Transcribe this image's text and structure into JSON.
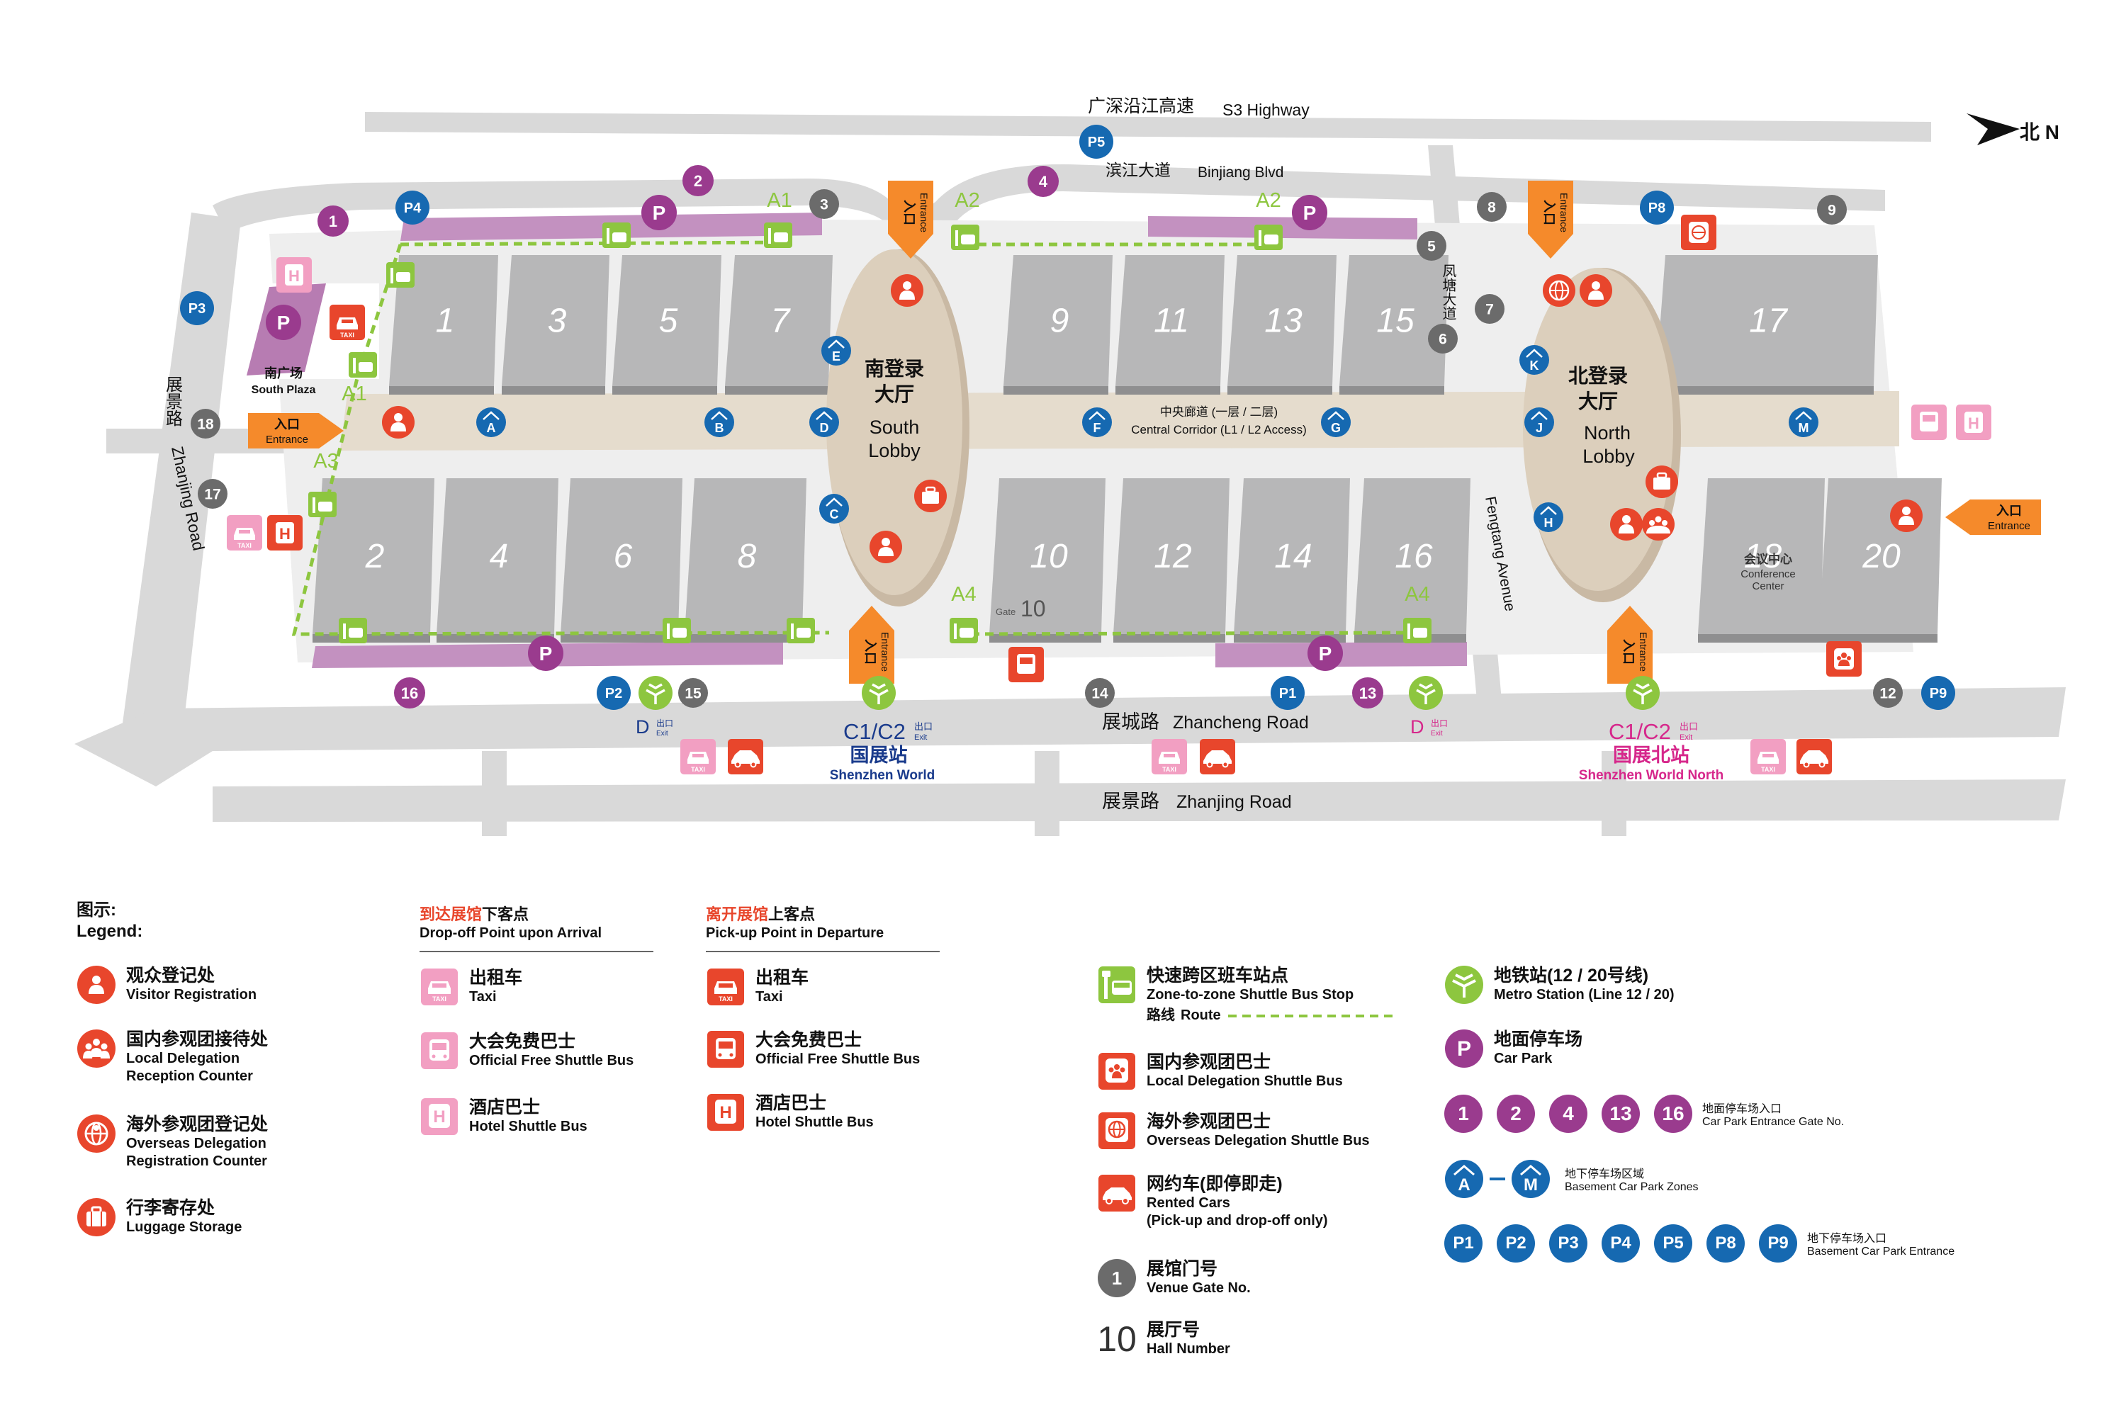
{
  "colors": {
    "road": "#d9d9d9",
    "road_edge": "#c4c4c4",
    "ground": "#efefef",
    "hall": "#b7b7b8",
    "hall_top": "#c9c9ca",
    "corridor": "#e5dccd",
    "lobby": "#dccfbc",
    "parking_strip": "#c391c0",
    "purple": "#9a3b8e",
    "blue": "#1669b1",
    "gray_gate": "#6b6b6b",
    "orange": "#f58a2b",
    "red": "#e8462c",
    "pink": "#f29fc2",
    "green": "#8dc63f",
    "route": "#8dc63f",
    "magenta": "#d6278b",
    "navy": "#1a3b8c"
  },
  "map": {
    "north": "北 N",
    "roads": {
      "highway_cn": "广深沿江高速",
      "highway_en": "S3 Highway",
      "binjiang_cn": "滨江大道",
      "binjiang_en": "Binjiang Blvd",
      "fengtang_cn": "凤塘大道",
      "fengtang_en": "Fengtang Avenue",
      "zhancheng_cn": "展城路",
      "zhancheng_en": "Zhancheng Road",
      "zhanjing_cn": "展景路",
      "zhanjing_en": "Zhanjing Road",
      "zhanjing_left_cn": "展景路",
      "zhanjing_left_en": "Zhanjing Road"
    },
    "halls": [
      "1",
      "3",
      "5",
      "7",
      "9",
      "11",
      "13",
      "15",
      "17",
      "2",
      "4",
      "6",
      "8",
      "10",
      "12",
      "14",
      "16",
      "18",
      "20"
    ],
    "conference_cn": "会议中心",
    "conference_en": "Conference Center",
    "south_lobby_cn": "南登录大厅",
    "south_lobby_cn1": "南登录",
    "south_lobby_cn2": "大厅",
    "south_lobby_en1": "South",
    "south_lobby_en2": "Lobby",
    "north_lobby_cn1": "北登录",
    "north_lobby_cn2": "大厅",
    "north_lobby_en1": "North",
    "north_lobby_en2": "Lobby",
    "corridor_cn": "中央廊道 (一层 / 二层)",
    "corridor_en": "Central Corridor (L1 / L2 Access)",
    "south_plaza_cn": "南广场",
    "south_plaza_en": "South Plaza",
    "entrance_cn": "入口",
    "entrance_en": "Entrance",
    "gate_label": "Gate",
    "gate_number": "10",
    "zone_labels": [
      "A1",
      "A2",
      "A3",
      "A4",
      "A1",
      "A2",
      "A4"
    ],
    "basement_zones": [
      "A",
      "B",
      "C",
      "D",
      "E",
      "F",
      "G",
      "H",
      "J",
      "K",
      "M"
    ],
    "ground_gates": [
      "1",
      "2",
      "4",
      "13",
      "16"
    ],
    "basement_entrances": [
      "P1",
      "P2",
      "P3",
      "P4",
      "P5",
      "P8",
      "P9"
    ],
    "venue_gates": [
      "3",
      "5",
      "6",
      "7",
      "8",
      "9",
      "12",
      "14",
      "15",
      "17",
      "18"
    ],
    "parking_letter": "P",
    "exit_d": "D",
    "exit_cn": "出口",
    "exit_en": "Exit",
    "station_c": "C1/C2",
    "station_south_cn": "国展站",
    "station_south_en": "Shenzhen World",
    "station_north_cn": "国展北站",
    "station_north_en": "Shenzhen World North",
    "taxi": "TAXI",
    "hotel": "H"
  },
  "legend": {
    "title_cn": "图示:",
    "title_en": "Legend:",
    "visitor_cn": "观众登记处",
    "visitor_en": "Visitor Registration",
    "local_rec_cn": "国内参观团接待处",
    "local_rec_en1": "Local Delegation",
    "local_rec_en2": "Reception Counter",
    "overseas_reg_cn": "海外参观团登记处",
    "overseas_reg_en1": "Overseas Delegation",
    "overseas_reg_en2": "Registration Counter",
    "luggage_cn": "行李寄存处",
    "luggage_en": "Luggage Storage",
    "dropoff_hl": "到达展馆",
    "dropoff_cn": "下客点",
    "dropoff_en": "Drop-off Point upon Arrival",
    "pickup_hl": "离开展馆",
    "pickup_cn": "上客点",
    "pickup_en": "Pick-up Point in Departure",
    "taxi_cn": "出租车",
    "taxi_en": "Taxi",
    "shuttle_cn": "大会免费巴士",
    "shuttle_en": "Official Free Shuttle Bus",
    "hotel_cn": "酒店巴士",
    "hotel_en": "Hotel Shuttle Bus",
    "zone_bus_cn": "快速跨区班车站点",
    "zone_bus_en": "Zone-to-zone Shuttle Bus Stop",
    "route_cn": "路线",
    "route_en": "Route",
    "local_bus_cn": "国内参观团巴士",
    "local_bus_en": "Local Delegation Shuttle Bus",
    "overseas_bus_cn": "海外参观团巴士",
    "overseas_bus_en": "Overseas Delegation Shuttle Bus",
    "rented_cn": "网约车(即停即走)",
    "rented_en1": "Rented Cars",
    "rented_en2": "(Pick-up and drop-off only)",
    "venue_gate_cn": "展馆门号",
    "venue_gate_en": "Venue Gate No.",
    "venue_gate_sample": "1",
    "hall_no_cn": "展厅号",
    "hall_no_en": "Hall Number",
    "hall_no_sample": "10",
    "metro_cn": "地铁站(12 / 20号线)",
    "metro_en": "Metro Station (Line 12 / 20)",
    "carpark_cn": "地面停车场",
    "carpark_en": "Car Park",
    "gate_entr_cn": "地面停车场入口",
    "gate_entr_en": "Car Park Entrance Gate No.",
    "basement_cn": "地下停车场区域",
    "basement_en": "Basement Car Park Zones",
    "basement_from": "A",
    "basement_to": "M",
    "basement_entr_cn": "地下停车场入口",
    "basement_entr_en": "Basement Car Park Entrance"
  }
}
